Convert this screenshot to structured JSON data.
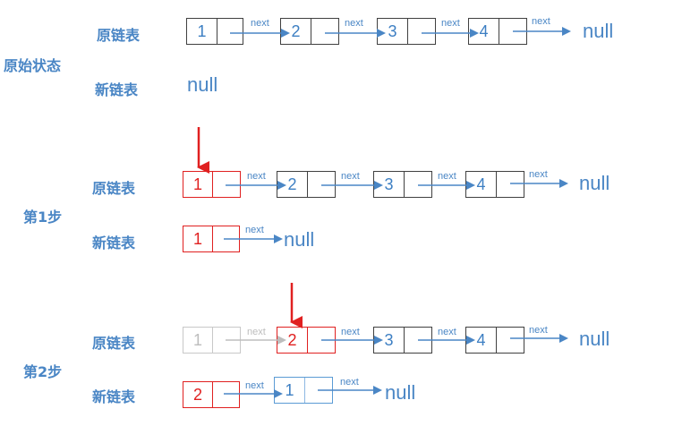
{
  "sections": {
    "initial": "原始状态",
    "step1": "第1步",
    "step2": "第2步"
  },
  "row_labels": {
    "original": "原链表",
    "new": "新链表"
  },
  "null_text": "null",
  "next_text": "next",
  "state_initial": {
    "original_list": [
      "1",
      "2",
      "3",
      "4"
    ],
    "new_list": []
  },
  "state_step1": {
    "original_list": [
      "1",
      "2",
      "3",
      "4"
    ],
    "new_list": [
      "1"
    ],
    "highlight": "1"
  },
  "state_step2": {
    "original_list": [
      "1",
      "2",
      "3",
      "4"
    ],
    "new_list": [
      "2",
      "1"
    ],
    "highlight": "2",
    "faded": "1"
  },
  "colors": {
    "blue": "#4a86c5",
    "red": "#e02020",
    "gray": "#bdbdbd",
    "border": "#404040"
  }
}
